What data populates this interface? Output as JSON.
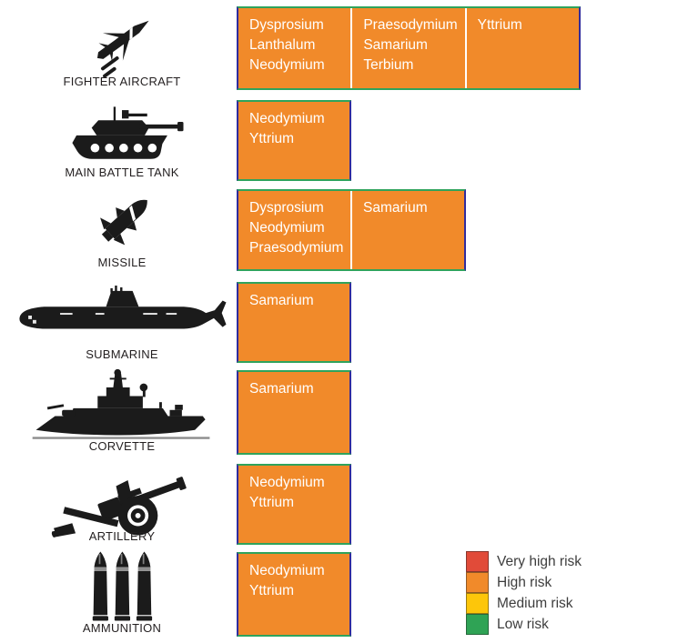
{
  "colors": {
    "box_fill": "#F18A2A",
    "box_text": "#FFFFFF",
    "border_green": "#2FA35C",
    "border_navy": "#302C9E",
    "icon_black": "#1B1B1B",
    "label_text": "#231F20"
  },
  "rows": [
    {
      "icon": "fighter-aircraft-icon",
      "label": "FIGHTER AIRCRAFT",
      "boxes": [
        {
          "elements": [
            "Dysprosium",
            "Lanthalum",
            "Neodymium"
          ]
        },
        {
          "elements": [
            "Praesodymium",
            "Samarium",
            "Terbium"
          ]
        },
        {
          "elements": [
            "Yttrium"
          ]
        }
      ]
    },
    {
      "icon": "main-battle-tank-icon",
      "label": "MAIN BATTLE TANK",
      "boxes": [
        {
          "elements": [
            "Neodymium",
            "Yttrium"
          ]
        }
      ]
    },
    {
      "icon": "missile-icon",
      "label": "MISSILE",
      "boxes": [
        {
          "elements": [
            "Dysprosium",
            "Neodymium",
            "Praesodymium"
          ]
        },
        {
          "elements": [
            "Samarium"
          ]
        }
      ]
    },
    {
      "icon": "submarine-icon",
      "label": "SUBMARINE",
      "boxes": [
        {
          "elements": [
            "Samarium"
          ]
        }
      ]
    },
    {
      "icon": "corvette-icon",
      "label": "CORVETTE",
      "boxes": [
        {
          "elements": [
            "Samarium"
          ]
        }
      ]
    },
    {
      "icon": "artillery-icon",
      "label": "ARTILLERY",
      "boxes": [
        {
          "elements": [
            "Neodymium",
            "Yttrium"
          ]
        }
      ]
    },
    {
      "icon": "ammunition-icon",
      "label": "AMMUNITION",
      "boxes": [
        {
          "elements": [
            "Neodymium",
            "Yttrium"
          ]
        }
      ]
    }
  ],
  "legend": {
    "items": [
      {
        "label": "Very high risk",
        "color": "#E14B39"
      },
      {
        "label": "High risk",
        "color": "#F18A2A"
      },
      {
        "label": "Medium risk",
        "color": "#FDC60A"
      },
      {
        "label": "Low risk",
        "color": "#2FA355"
      }
    ]
  }
}
